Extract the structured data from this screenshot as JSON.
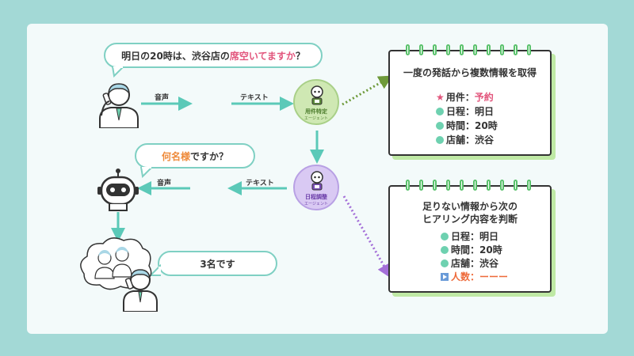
{
  "bubbles": {
    "q1_a": "明日の",
    "q1_b": "20時",
    "q1_c": "は、",
    "q1_d": "渋谷店",
    "q1_e": "の",
    "q1_f": "席空いてますか",
    "q1_g": "？",
    "q2_a": "何名様",
    "q2_b": "ですか？",
    "q3": "3名です"
  },
  "labels": {
    "voice_top": "音声",
    "text_top": "テキスト",
    "voice_mid": "音声",
    "text_mid": "テキスト"
  },
  "agents": {
    "identify_name": "用件特定",
    "identify_sub": "エージェント",
    "schedule_name": "日程調整",
    "schedule_sub": "エージェント"
  },
  "card1": {
    "title": "一度の発話から複数情報を取得",
    "i1_label": "用件：",
    "i1_value": "予約",
    "i2": "日程：明日",
    "i3": "時間：20時",
    "i4": "店舗：渋谷"
  },
  "card2": {
    "title1": "足りない情報から次の",
    "title2": "ヒアリング内容を判断",
    "i1": "日程：明日",
    "i2": "時間：20時",
    "i3": "店舗：渋谷",
    "i4": "人数：ーーー"
  },
  "colors": {
    "teal": "#5bc9b8",
    "green_dotted": "#6e9a3a",
    "purple_dotted": "#a46fd8",
    "agent1_bg": "#cfe8b3",
    "agent2_bg": "#d9c9f3",
    "highlight_orange": "#ee8a3a",
    "highlight_pink": "#e2557c"
  }
}
